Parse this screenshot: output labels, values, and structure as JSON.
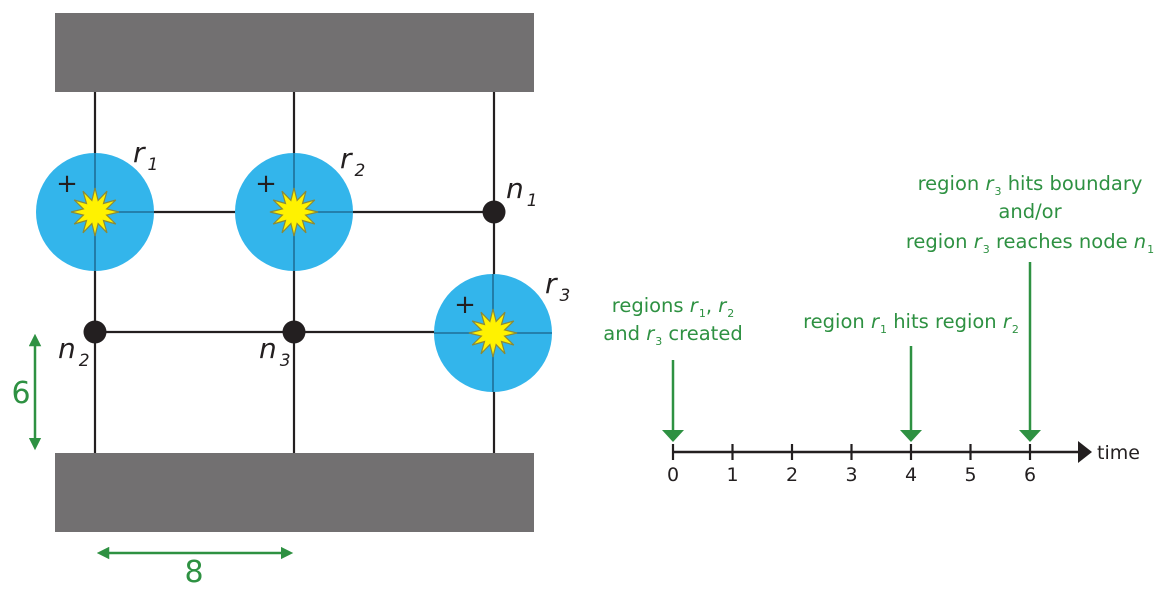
{
  "colors": {
    "boundary": "#727071",
    "grid_line": "#231f20",
    "region_fill": "#33b5eb",
    "star_fill": "#fff200",
    "star_stroke": "#8a8a3a",
    "node": "#231f20",
    "annotation": "#2e9142",
    "axis": "#231f20"
  },
  "diagram": {
    "regions": [
      {
        "id": "r1",
        "label": "r",
        "sub": "1",
        "sign": "+"
      },
      {
        "id": "r2",
        "label": "r",
        "sub": "2",
        "sign": "+"
      },
      {
        "id": "r3",
        "label": "r",
        "sub": "3",
        "sign": "+"
      }
    ],
    "nodes": [
      {
        "id": "n1",
        "label": "n",
        "sub": "1"
      },
      {
        "id": "n2",
        "label": "n",
        "sub": "2"
      },
      {
        "id": "n3",
        "label": "n",
        "sub": "3"
      }
    ],
    "dimensions": {
      "vertical": "6",
      "horizontal": "8"
    }
  },
  "timeline": {
    "axis_label": "time",
    "ticks": [
      "0",
      "1",
      "2",
      "3",
      "4",
      "5",
      "6"
    ],
    "events": [
      {
        "time": 0,
        "lines": [
          [
            {
              "t": "regions "
            },
            {
              "t": "r",
              "i": true
            },
            {
              "t": "1",
              "sub": true
            },
            {
              "t": ", "
            },
            {
              "t": "r",
              "i": true
            },
            {
              "t": "2",
              "sub": true
            }
          ],
          [
            {
              "t": "and "
            },
            {
              "t": "r",
              "i": true
            },
            {
              "t": "3",
              "sub": true
            },
            {
              "t": " created"
            }
          ]
        ]
      },
      {
        "time": 4,
        "lines": [
          [
            {
              "t": "region "
            },
            {
              "t": "r",
              "i": true
            },
            {
              "t": "1",
              "sub": true
            },
            {
              "t": " hits region "
            },
            {
              "t": "r",
              "i": true
            },
            {
              "t": "2",
              "sub": true
            }
          ]
        ]
      },
      {
        "time": 6,
        "lines": [
          [
            {
              "t": "region "
            },
            {
              "t": "r",
              "i": true
            },
            {
              "t": "3",
              "sub": true
            },
            {
              "t": " hits boundary"
            }
          ],
          [
            {
              "t": "and/or"
            }
          ],
          [
            {
              "t": "region "
            },
            {
              "t": "r",
              "i": true
            },
            {
              "t": "3",
              "sub": true
            },
            {
              "t": " reaches node "
            },
            {
              "t": "n",
              "i": true
            },
            {
              "t": "1",
              "sub": true
            }
          ]
        ]
      }
    ]
  }
}
